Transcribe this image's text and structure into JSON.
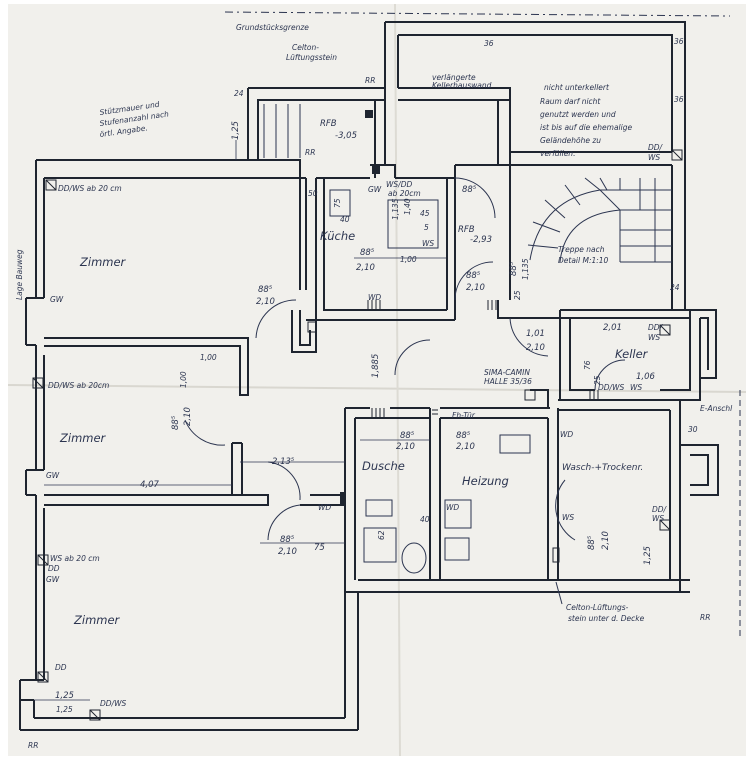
{
  "labels": {
    "grundstuecksgrenze": "Grundstücksgrenze",
    "celton_top_1": "Celton-",
    "celton_top_2": "Lüftungsstein",
    "rr_top": "RR",
    "verlaengerte_1": "verlängerte",
    "verlaengerte_2": "Kellerhauswand",
    "note_1": "nicht unterkellert",
    "note_2": "Raum darf nicht",
    "note_3": "genutzt werden und",
    "note_4": "ist bis auf die ehemalige",
    "note_5": "Geländehöhe zu",
    "note_6": "verfüllen.",
    "stuetz_1": "Stützmauer und",
    "stuetz_2": "Stufenanzahl nach",
    "stuetz_3": "örtl. Angabe.",
    "rf_top": "RFB",
    "rf_top_val": "-3,05",
    "rr_small": "RR",
    "ws_top_right": "WS",
    "dd_top_right": "DD/",
    "side_text": "Lage Bauweg",
    "rr_bottom_left": "RR",
    "rr_bottom_right": "RR",
    "fh_tuer": "Fh-Tür",
    "schornstein_1": "SIMA-CAMIN",
    "schornstein_2": "HALLE 35/36",
    "e_anschl": "E-Anschl"
  },
  "rooms": {
    "zimmer_1": "Zimmer",
    "zimmer_2": "Zimmer",
    "zimmer_3": "Zimmer",
    "kueche": "Küche",
    "keller": "Keller",
    "dusche": "Dusche",
    "heizung": "Heizung",
    "wasch": "Wasch-+Trockenr.",
    "treppe_1": "Treppe nach",
    "treppe_2": "Detail M:1:10"
  },
  "annotations": {
    "dd_ws_1": "DD/WS ab 20 cm",
    "dd_ws_2": "DD/WS ab 20cm",
    "ws_ab_3": "WS ab 20 cm",
    "dd_3": "DD",
    "gw_1": "GW",
    "gw_2": "GW",
    "gw_3": "GW",
    "dd_bottom": "DD",
    "dd_ws_bottom": "DD/WS",
    "ws_dd_kueche_1": "WS/DD",
    "ws_dd_kueche_2": "ab 20cm",
    "ws_kueche": "WS",
    "gw_kueche": "GW",
    "wd_kueche": "WD",
    "ws_right": "WS",
    "dd_right": "DD/",
    "ddws_keller": "DD/WS",
    "ws_keller": "WS",
    "wd_dusche": "WD",
    "wd_heiz": "WD",
    "wd_wasch": "WD",
    "ws_wasch": "WS",
    "ws_wasch2": "WS",
    "dd_wasch": "DD/"
  },
  "dimensions": {
    "d_125_top": "1,25",
    "d_885_kueche_door": "88⁵",
    "d_885_kueche": "88⁵",
    "d_210_kueche": "2,10",
    "d_100_kueche": "1,00",
    "d_140_kueche": "1,40",
    "d_45_kueche": "45",
    "d_1135_kueche": "1,135",
    "d_rf_kueche": "RFB",
    "d_rf_kueche_val": "-2,93",
    "d_885_flur_a": "88⁵",
    "d_210_flur_a": "2,10",
    "d_885_z1": "88⁵",
    "d_210_z1": "2,10",
    "d_885_z2": "88⁵",
    "d_210_z2": "2,10",
    "d_100_z2": "1,00",
    "d_885_treppe": "88⁵",
    "d_1135_treppe": "1,135",
    "d_25_treppe": "25",
    "d_101": "1,01",
    "d_210_flur_b": "2,10",
    "d_201": "2,01",
    "d_188": "1,885",
    "d_2135": "2,13⁵",
    "d_407": "4,07",
    "d_885_dusche": "88⁵",
    "d_210_dusche": "2,10",
    "d_885_heiz": "88⁵",
    "d_210_heiz": "2,10",
    "d_885_z3": "88⁵",
    "d_210_z3": "2,10",
    "d_75": "75",
    "d_125_bottom": "1,25",
    "d_885_wasch": "88⁵",
    "d_210_wasch": "2,10",
    "d_125_wasch": "1,25",
    "d_106": "1,06",
    "d_76_keller": "76",
    "d_25_keller": "25",
    "d_62": "62",
    "d_40_dusche": "40",
    "d_75_b": "75",
    "d_36": "36",
    "d_36b": "36",
    "d_36c": "36",
    "d_50": "50",
    "d_24": "24",
    "d_24b": "24",
    "d_30": "30",
    "d_5": "5",
    "d_40_b": "40",
    "d_1_00": "1,00",
    "d_1_25": "1,25"
  },
  "celton_bottom_1": "Celton-Lüftungs-",
  "celton_bottom_2": "stein unter d. Decke",
  "colors": {
    "paper": "#f1f0ec",
    "wall": "#1f2530",
    "pencil": "#2c3550"
  }
}
